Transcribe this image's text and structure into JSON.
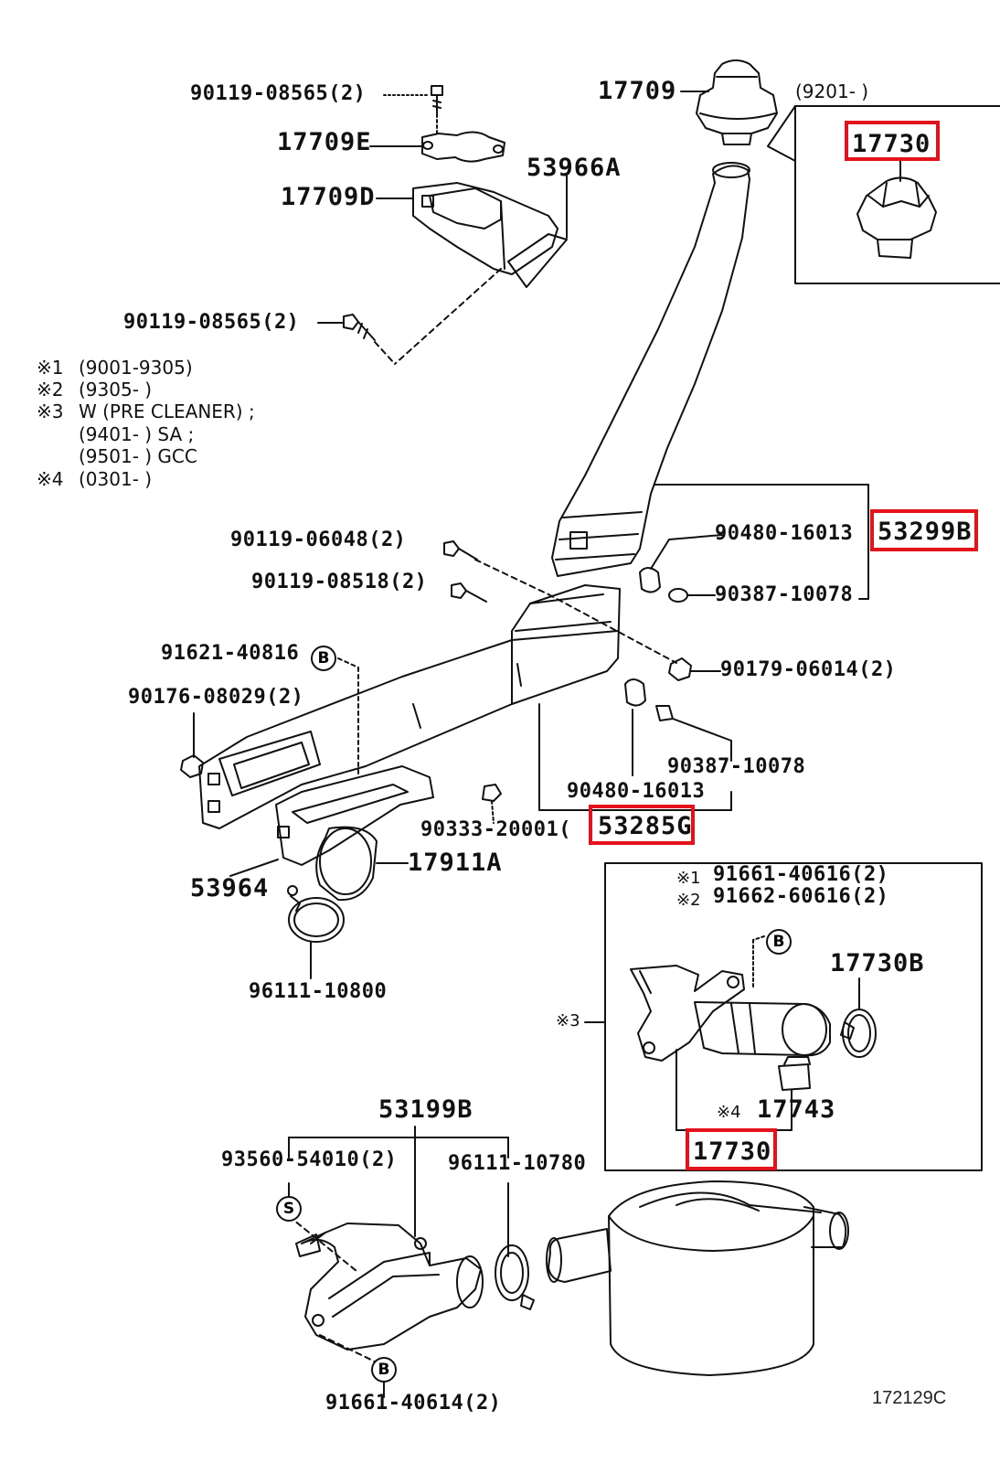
{
  "labels": {
    "p90119_08565_top": "90119-08565(2)",
    "p17709": "17709",
    "p9201": "(9201-      )",
    "p17730_top": "17730",
    "p17709E": "17709E",
    "p53966A": "53966A",
    "p17709D": "17709D",
    "p90119_08565_mid": "90119-08565(2)",
    "p90119_06048": "90119-06048(2)",
    "p90480_16013_top": "90480-16013",
    "p53299B": "53299B",
    "p90119_08518": "90119-08518(2)",
    "p90387_10078_top": "90387-10078",
    "p91621_40816": "91621-40816",
    "p90179_06014": "90179-06014(2)",
    "p90176_08029": "90176-08029(2)",
    "p90387_10078_mid": "90387-10078",
    "p90480_16013_mid": "90480-16013",
    "p90333_20001": "90333-20001(",
    "p53285G": "53285G",
    "p17911A": "17911A",
    "p53964": "53964",
    "p96111_10800": "96111-10800",
    "p91661_40616": "91661-40616(2)",
    "p91662_60616": "91662-60616(2)",
    "p17730B": "17730B",
    "p17743": "17743",
    "p17730_bot": "17730",
    "p53199B": "53199B",
    "p93560_54010": "93560-54010(2)",
    "p96111_10780": "96111-10780",
    "p91661_40614": "91661-40614(2)",
    "fig_code": "172129C"
  },
  "marks": {
    "note1_mark": "※1",
    "note2_mark": "※2",
    "note3_mark": "※3",
    "note4_mark": "※4",
    "inset_mark1": "※1",
    "inset_mark2": "※2",
    "inset_mark3": "※3",
    "inset_mark4": "※4",
    "B": "B",
    "S": "S"
  },
  "notes": {
    "n1": "(9001-9305)",
    "n2": "(9305-      )",
    "n3": "W (PRE  CLEANER) ;",
    "n3b": "(9401-      ) SA ;",
    "n3c": "(9501-      ) GCC",
    "n4": "(0301-      )"
  },
  "highlight_color": "#e3121b"
}
